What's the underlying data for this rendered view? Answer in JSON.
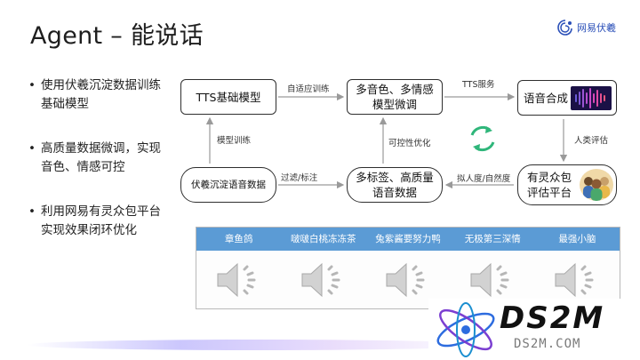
{
  "slide": {
    "title": "Agent – 能说话",
    "logo_text": "网易伏羲"
  },
  "bullets": [
    "使用伏羲沉淀数据训练基础模型",
    "高质量数据微调，实现音色、情感可控",
    "利用网易有灵众包平台实现效果闭环优化"
  ],
  "flow": {
    "boxes": {
      "tts_base_model": "TTS基础模型",
      "multi_timbre_model": "多音色、多情感\n模型微调",
      "speech_synthesis": "语音合成",
      "fuxi_voice_data": "伏羲沉淀语音数据",
      "multi_label_data": "多标签、高质量\n语音数据",
      "crowd_platform": "有灵众包\n评估平台"
    },
    "edges": {
      "adaptive_training": "自适应训练",
      "tts_service": "TTS服务",
      "model_training": "模型训练",
      "controllability_opt": "可控性优化",
      "human_eval": "人类评估",
      "filter_annotate": "过滤/标注",
      "anthropomorphic": "拟人度/自然度"
    }
  },
  "samples": {
    "header_color": "#5b9bd5",
    "items": [
      {
        "name": "章鱼鸽",
        "icon": "speaker-icon"
      },
      {
        "name": "啵啵白桃冻冻茶",
        "icon": "speaker-icon"
      },
      {
        "name": "兔紫酱要努力鸭",
        "icon": "speaker-icon"
      },
      {
        "name": "无极第三深情",
        "icon": "speaker-icon"
      },
      {
        "name": "最强小脑",
        "icon": "speaker-icon"
      }
    ]
  },
  "watermark": {
    "brand": "DS2M",
    "url": "DS2M.COM"
  }
}
